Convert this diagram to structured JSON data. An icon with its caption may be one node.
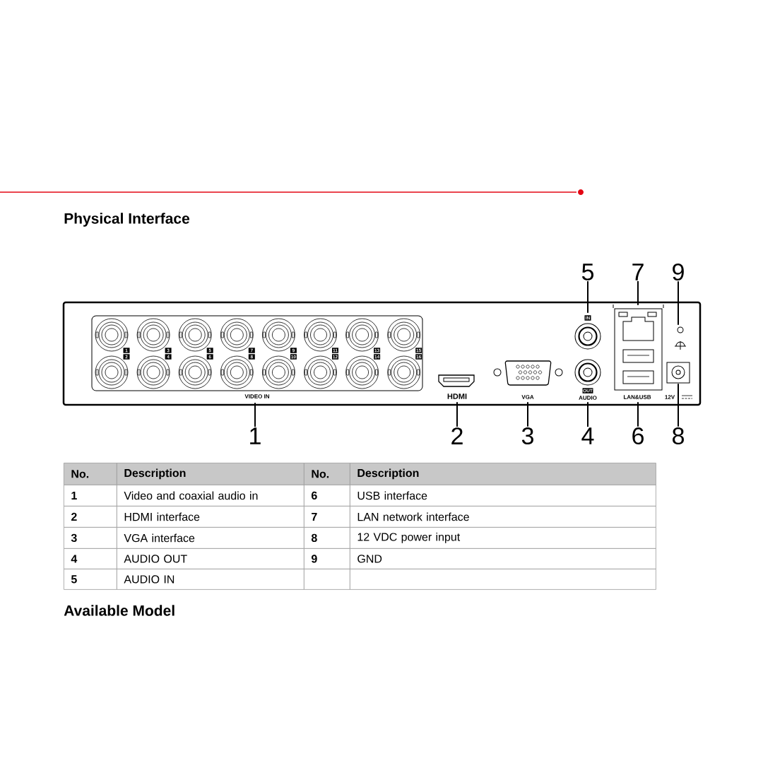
{
  "diagram": {
    "title": "Physical Interface",
    "nodes": [
      {
        "text": [
          "5"
        ]
      },
      {
        "text": [
          "7"
        ]
      },
      {
        "text": [
          "9"
        ]
      },
      {
        "text": [],
        "shape": "picture"
      },
      {
        "text": [],
        "shape": "picture"
      },
      {
        "text": [],
        "shape": "picture"
      },
      {
        "text": [],
        "shape": "picture"
      },
      {
        "text": [],
        "shape": "picture"
      },
      {
        "text": [],
        "shape": "picture"
      },
      {
        "text": [],
        "shape": "picture"
      },
      {
        "text": [],
        "shape": "picture"
      },
      {
        "text": [
          "1"
        ]
      },
      {
        "text": [
          "2"
        ]
      },
      {
        "text": [
          "3"
        ]
      },
      {
        "text": [
          "4"
        ]
      },
      {
        "text": [
          "6"
        ]
      },
      {
        "text": [
          "8"
        ]
      }
    ],
    "edges": [
      {
        "from": 11,
        "to": 3,
        "arrow": "none"
      },
      {
        "from": 12,
        "to": 4,
        "arrow": "none"
      },
      {
        "from": 13,
        "to": 5,
        "arrow": "none"
      },
      {
        "from": 14,
        "to": 7,
        "arrow": "none"
      },
      {
        "from": 0,
        "to": 6,
        "arrow": "none"
      },
      {
        "from": 15,
        "to": 8,
        "arrow": "none"
      },
      {
        "from": 1,
        "to": 8,
        "arrow": "none"
      },
      {
        "from": 16,
        "to": 10,
        "arrow": "none"
      },
      {
        "from": 2,
        "to": 9,
        "arrow": "none"
      }
    ],
    "labels": [
      "IN",
      "1",
      "2",
      "3",
      "4",
      "5",
      "6",
      "7",
      "8",
      "9",
      "10",
      "11",
      "12",
      "13",
      "14",
      "15",
      "16",
      "VIDEO IN",
      "HDMI",
      "VGA",
      "OUT",
      "AUDIO",
      "LAN&USB",
      "12V",
      "No.",
      "Description",
      "No.",
      "Description",
      "1",
      "Video and coaxial audio in",
      "6",
      "USB interface",
      "2",
      "HDMI interface",
      "7",
      "LAN network interface",
      "3",
      "VGA interface",
      "8",
      "12 VDC power input",
      "4",
      "AUDIO OUT",
      "9",
      "GND",
      "5",
      "AUDIO IN",
      "Available Model"
    ]
  }
}
